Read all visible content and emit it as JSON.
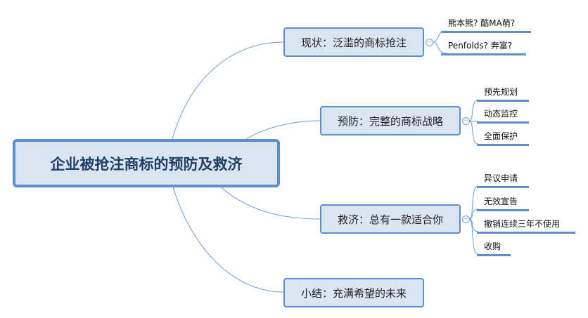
{
  "root": {
    "label": "企业被抢注商标的预防及救济"
  },
  "topics": [
    {
      "label": "现状：泛滥的商标抢注",
      "children": [
        "熊本熊? 酷MA萌?",
        "Penfolds? 奔富?"
      ]
    },
    {
      "label": "预防：完整的商标战略",
      "children": [
        "预先规划",
        "动态监控",
        "全面保护"
      ]
    },
    {
      "label": "救济：总有一款适合你",
      "children": [
        "异议申请",
        "无效宣告",
        "撤销连续三年不使用",
        "收购"
      ]
    },
    {
      "label": "小结：充满希望的未来",
      "children": []
    }
  ],
  "collapse_symbol": "−",
  "colors": {
    "accent": "#5b8fd0",
    "fill": "#dbe5f1",
    "root_text": "#1f3f66"
  }
}
